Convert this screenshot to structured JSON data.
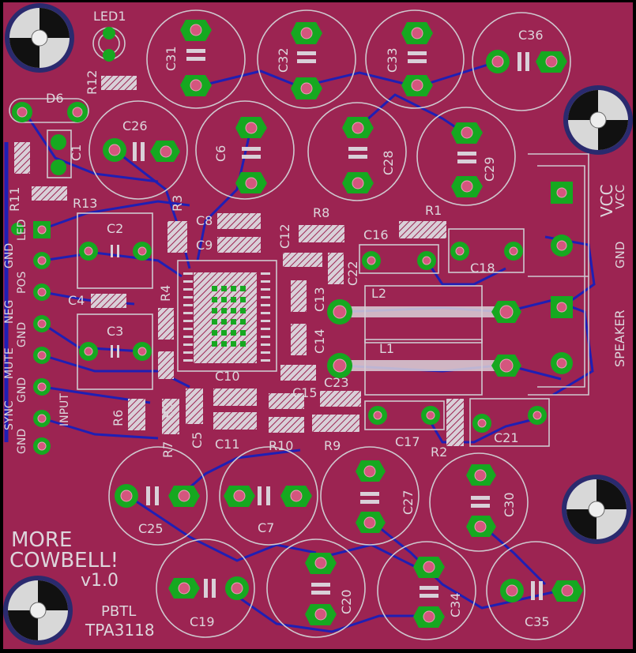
{
  "board": {
    "background": "#000000",
    "copper_color": "#9c2452",
    "trace_color": "#1f1fb4",
    "pad_color": "#16a820",
    "silk_color": "#ddd6dc"
  },
  "labels": {
    "led1": "LED1",
    "r12": "R12",
    "d6": "D6",
    "c31": "C31",
    "c32": "C32",
    "c33": "C33",
    "c36": "C36",
    "c26": "C26",
    "c6": "C6",
    "c28": "C28",
    "c29": "C29",
    "c1": "C1",
    "r11": "R11",
    "r13": "R13",
    "r3": "R3",
    "c8": "C8",
    "c9": "C9",
    "c12": "C12",
    "r8": "R8",
    "r1": "R1",
    "c16": "C16",
    "c18": "C18",
    "c2": "C2",
    "c4": "C4",
    "r4": "R4",
    "c3": "C3",
    "c13": "C13",
    "c14": "C14",
    "c22": "C22",
    "l2": "L2",
    "l1": "L1",
    "c10": "C10",
    "c15": "C15",
    "c23": "C23",
    "r5": "R5",
    "r6": "R6",
    "r7": "R7",
    "c5": "C5",
    "c11": "C11",
    "r10": "R10",
    "r9": "R9",
    "c17": "C17",
    "r2": "R2",
    "c21": "C21",
    "c25": "C25",
    "c7": "C7",
    "c27": "C27",
    "c30": "C30",
    "c19": "C19",
    "c20": "C20",
    "c34": "C34",
    "c35": "C35",
    "vcc": "VCC",
    "gnd": "GND",
    "speaker": "SPEAKER",
    "led": "LED",
    "pos": "POS",
    "neg": "NEG",
    "mute": "MUTE",
    "sync": "SYNC",
    "input": "INPUT",
    "more": "MORE",
    "cowbell": "COWBELL!",
    "version": "v1.0",
    "pbtl": "PBTL",
    "tpa": "TPA3118"
  }
}
